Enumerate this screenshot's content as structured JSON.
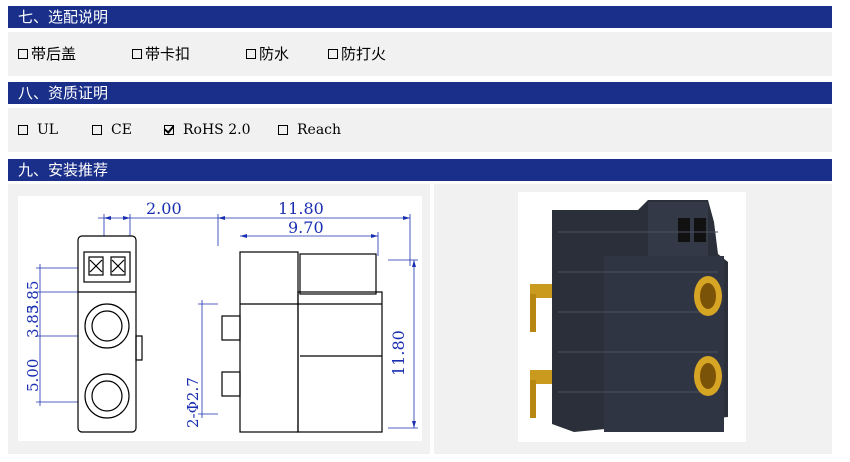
{
  "sections": {
    "options": {
      "title": "七、选配说明",
      "items": [
        {
          "label": "带后盖",
          "checked": false
        },
        {
          "label": "带卡扣",
          "checked": false
        },
        {
          "label": "防水",
          "checked": false
        },
        {
          "label": "防打火",
          "checked": false
        }
      ]
    },
    "certs": {
      "title": "八、资质证明",
      "items": [
        {
          "label": "UL",
          "checked": false
        },
        {
          "label": "CE",
          "checked": false
        },
        {
          "label": "RoHS 2.0",
          "checked": true
        },
        {
          "label": "Reach",
          "checked": false
        }
      ]
    },
    "install": {
      "title": "九、安装推荐"
    }
  },
  "drawing": {
    "dim_front_width": "2.00",
    "dim_side_total": "11.80",
    "dim_side_inner": "9.70",
    "dim_side_height": "11.80",
    "dim_v1": "3.85",
    "dim_v2": "3.85",
    "dim_v3": "5.00",
    "dim_hole": "2-Φ2.7"
  },
  "colors": {
    "header_bar": "#1a2f8a",
    "panel_bg": "#f1f1f1",
    "dimension_blue": "#1a2fb0"
  }
}
